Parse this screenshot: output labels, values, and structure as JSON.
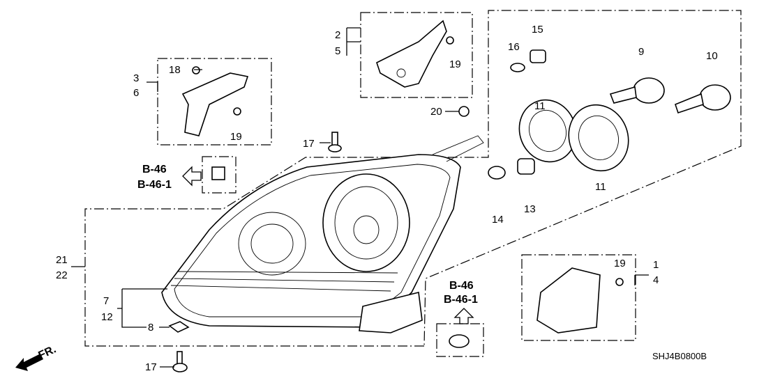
{
  "diagram": {
    "callouts": {
      "c2": "2",
      "c5": "5",
      "c15": "15",
      "c16": "16",
      "c19a": "19",
      "c9": "9",
      "c10": "10",
      "c18": "18",
      "c3": "3",
      "c6": "6",
      "c19b": "19",
      "c11a": "11",
      "c20": "20",
      "c17a": "17",
      "c11b": "11",
      "c14": "14",
      "c13": "13",
      "c21": "21",
      "c22": "22",
      "c19c": "19",
      "c1": "1",
      "c4": "4",
      "c7": "7",
      "c12": "12",
      "c8": "8",
      "c17b": "17"
    },
    "references": {
      "left_ref1": "B-46",
      "left_ref2": "B-46-1",
      "bottom_ref1": "B-46",
      "bottom_ref2": "B-46-1"
    },
    "front_indicator": "FR.",
    "diagram_code": "SHJ4B0800B"
  }
}
